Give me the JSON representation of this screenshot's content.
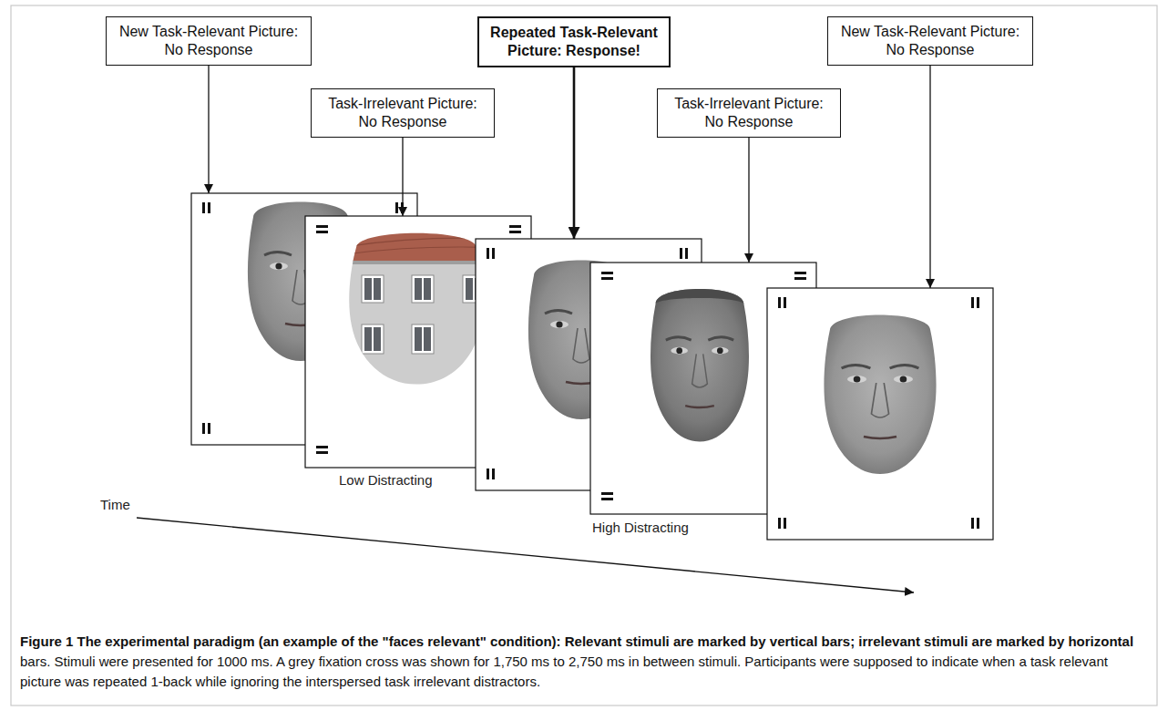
{
  "diagram": {
    "caption": "Figure 1 The experimental paradigm (an example of the \"faces relevant\" condition): Relevant stimuli are marked by vertical bars; irrelevant stimuli are marked by horizontal bars. Stimuli were presented for 1000 ms. A grey fixation cross was shown for 1,750 ms to 2,750 ms in between stimuli. Participants were supposed to indicate when a task relevant picture was repeated 1-back while ignoring the interspersed task irrelevant distractors.",
    "nodes": [
      {
        "text": [
          "New Task-Relevant Picture: No Response"
        ]
      },
      {
        "text": [
          "Task-Irrelevant Picture: No Response"
        ]
      },
      {
        "text": [
          "Repeated Task-Relevant Picture: Response!"
        ]
      },
      {
        "text": [
          "Task-Irrelevant Picture: No Response"
        ]
      },
      {
        "text": [
          "New Task-Relevant Picture: No Response"
        ]
      }
    ],
    "labels": [
      "Low Distracting",
      "High Distracting",
      "Time"
    ]
  }
}
